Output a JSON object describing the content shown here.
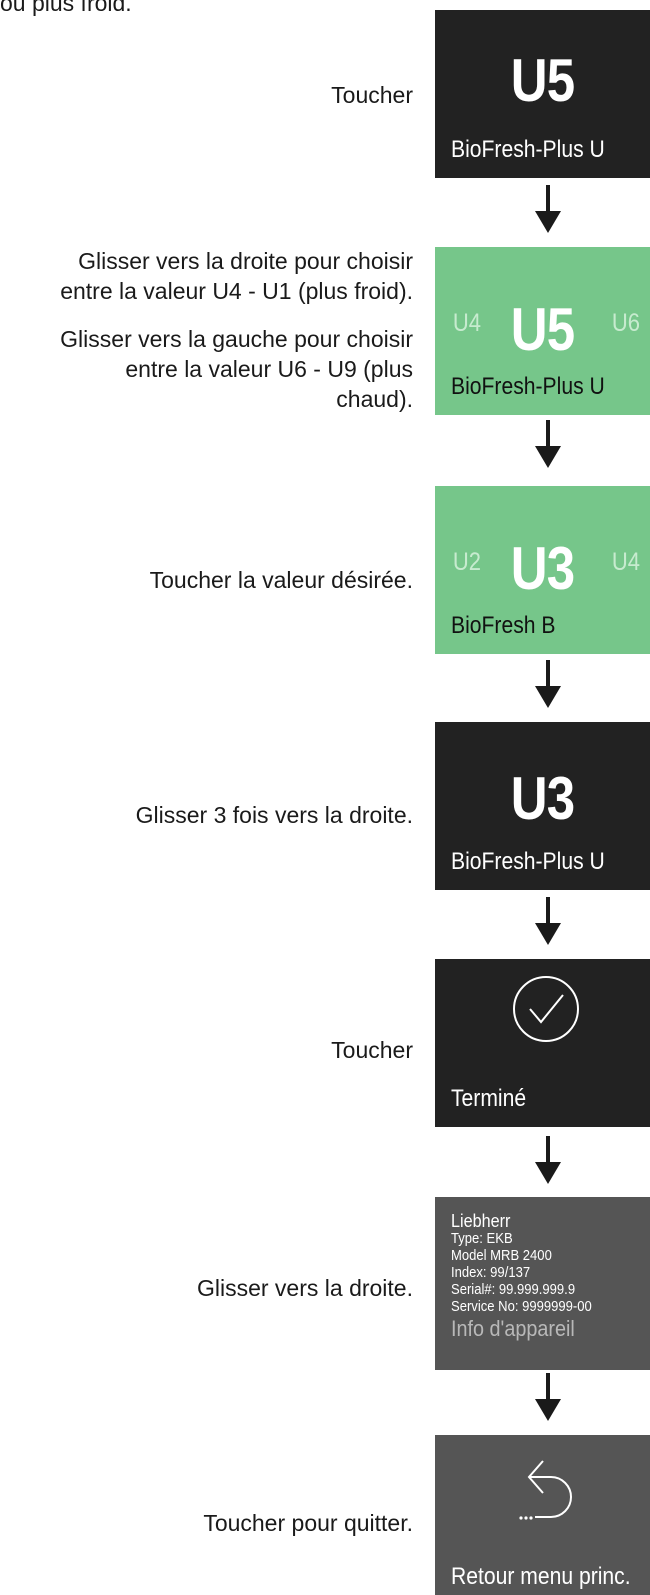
{
  "intro_fragment": "ou plus froid.",
  "steps": [
    {
      "instruction": [
        "Toucher"
      ],
      "panel": {
        "value": "U5",
        "label": "BioFresh-Plus U"
      }
    },
    {
      "instruction": [
        "Glisser vers la droite pour choisir",
        "entre la valeur U4 - U1 (plus froid).",
        "",
        "Glisser vers la gauche pour choisir",
        "entre la valeur U6 - U9 (plus",
        "chaud)."
      ],
      "panel": {
        "left": "U4",
        "value": "U5",
        "right": "U6",
        "label": "BioFresh-Plus U"
      }
    },
    {
      "instruction": [
        "Toucher la valeur désirée."
      ],
      "panel": {
        "left": "U2",
        "value": "U3",
        "right": "U4",
        "label": "BioFresh B"
      }
    },
    {
      "instruction": [
        "Glisser 3 fois vers la droite."
      ],
      "panel": {
        "value": "U3",
        "label": "BioFresh-Plus U"
      }
    },
    {
      "instruction": [
        "Toucher"
      ],
      "panel": {
        "icon": "check-circle-icon",
        "label": "Terminé"
      }
    },
    {
      "instruction": [
        "Glisser vers la droite."
      ],
      "panel": {
        "lines": [
          "Liebherr",
          "Type: EKB",
          "Model MRB 2400",
          "Index: 99/137",
          "Serial#: 99.999.999.9",
          "Service No: 9999999-00",
          "Info d'appareil"
        ]
      }
    },
    {
      "instruction": [
        "Toucher pour quitter."
      ],
      "panel": {
        "icon": "back-arrow-icon",
        "label": "Retour menu princ."
      }
    }
  ],
  "colors": {
    "dark_panel": "#222222",
    "green_panel": "#76c68a",
    "grey_panel": "#555555",
    "arrow": "#1a1a1a"
  }
}
